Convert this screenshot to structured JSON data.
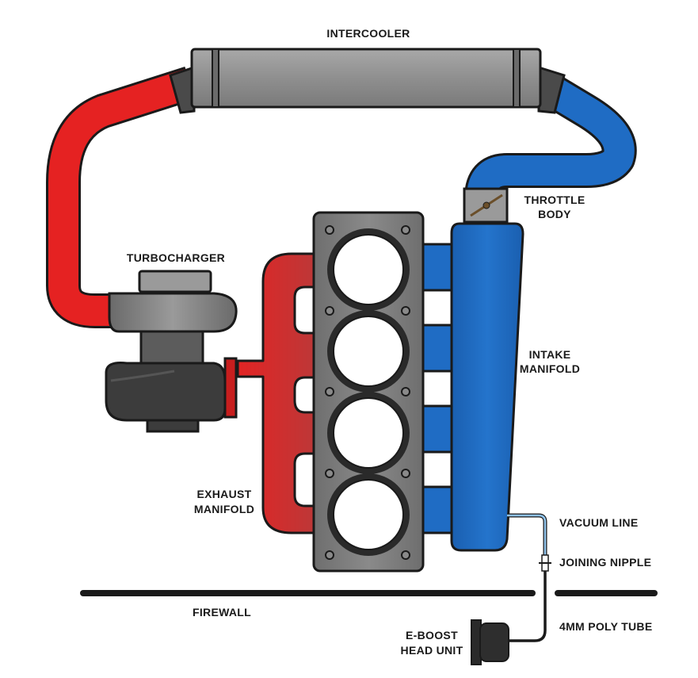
{
  "labels": {
    "intercooler": "INTERCOOLER",
    "throttle_body_line1": "THROTTLE",
    "throttle_body_line2": "BODY",
    "turbocharger": "TURBOCHARGER",
    "intake_manifold_line1": "INTAKE",
    "intake_manifold_line2": "MANIFOLD",
    "exhaust_manifold_line1": "EXHAUST",
    "exhaust_manifold_line2": "MANIFOLD",
    "vacuum_line": "VACUUM LINE",
    "joining_nipple": "JOINING NIPPLE",
    "firewall": "FIREWALL",
    "poly_tube": "4MM POLY TUBE",
    "eboost_line1": "E-BOOST",
    "eboost_line2": "HEAD UNIT"
  },
  "colors": {
    "hot_pipe": "#e52222",
    "hot_pipe_dark": "#b81a1a",
    "cold_pipe": "#1f6cc4",
    "cold_pipe_dark": "#16529a",
    "metal": "#8c8c8c",
    "metal_dark": "#4a4a4a",
    "outline": "#1a1a1a"
  }
}
